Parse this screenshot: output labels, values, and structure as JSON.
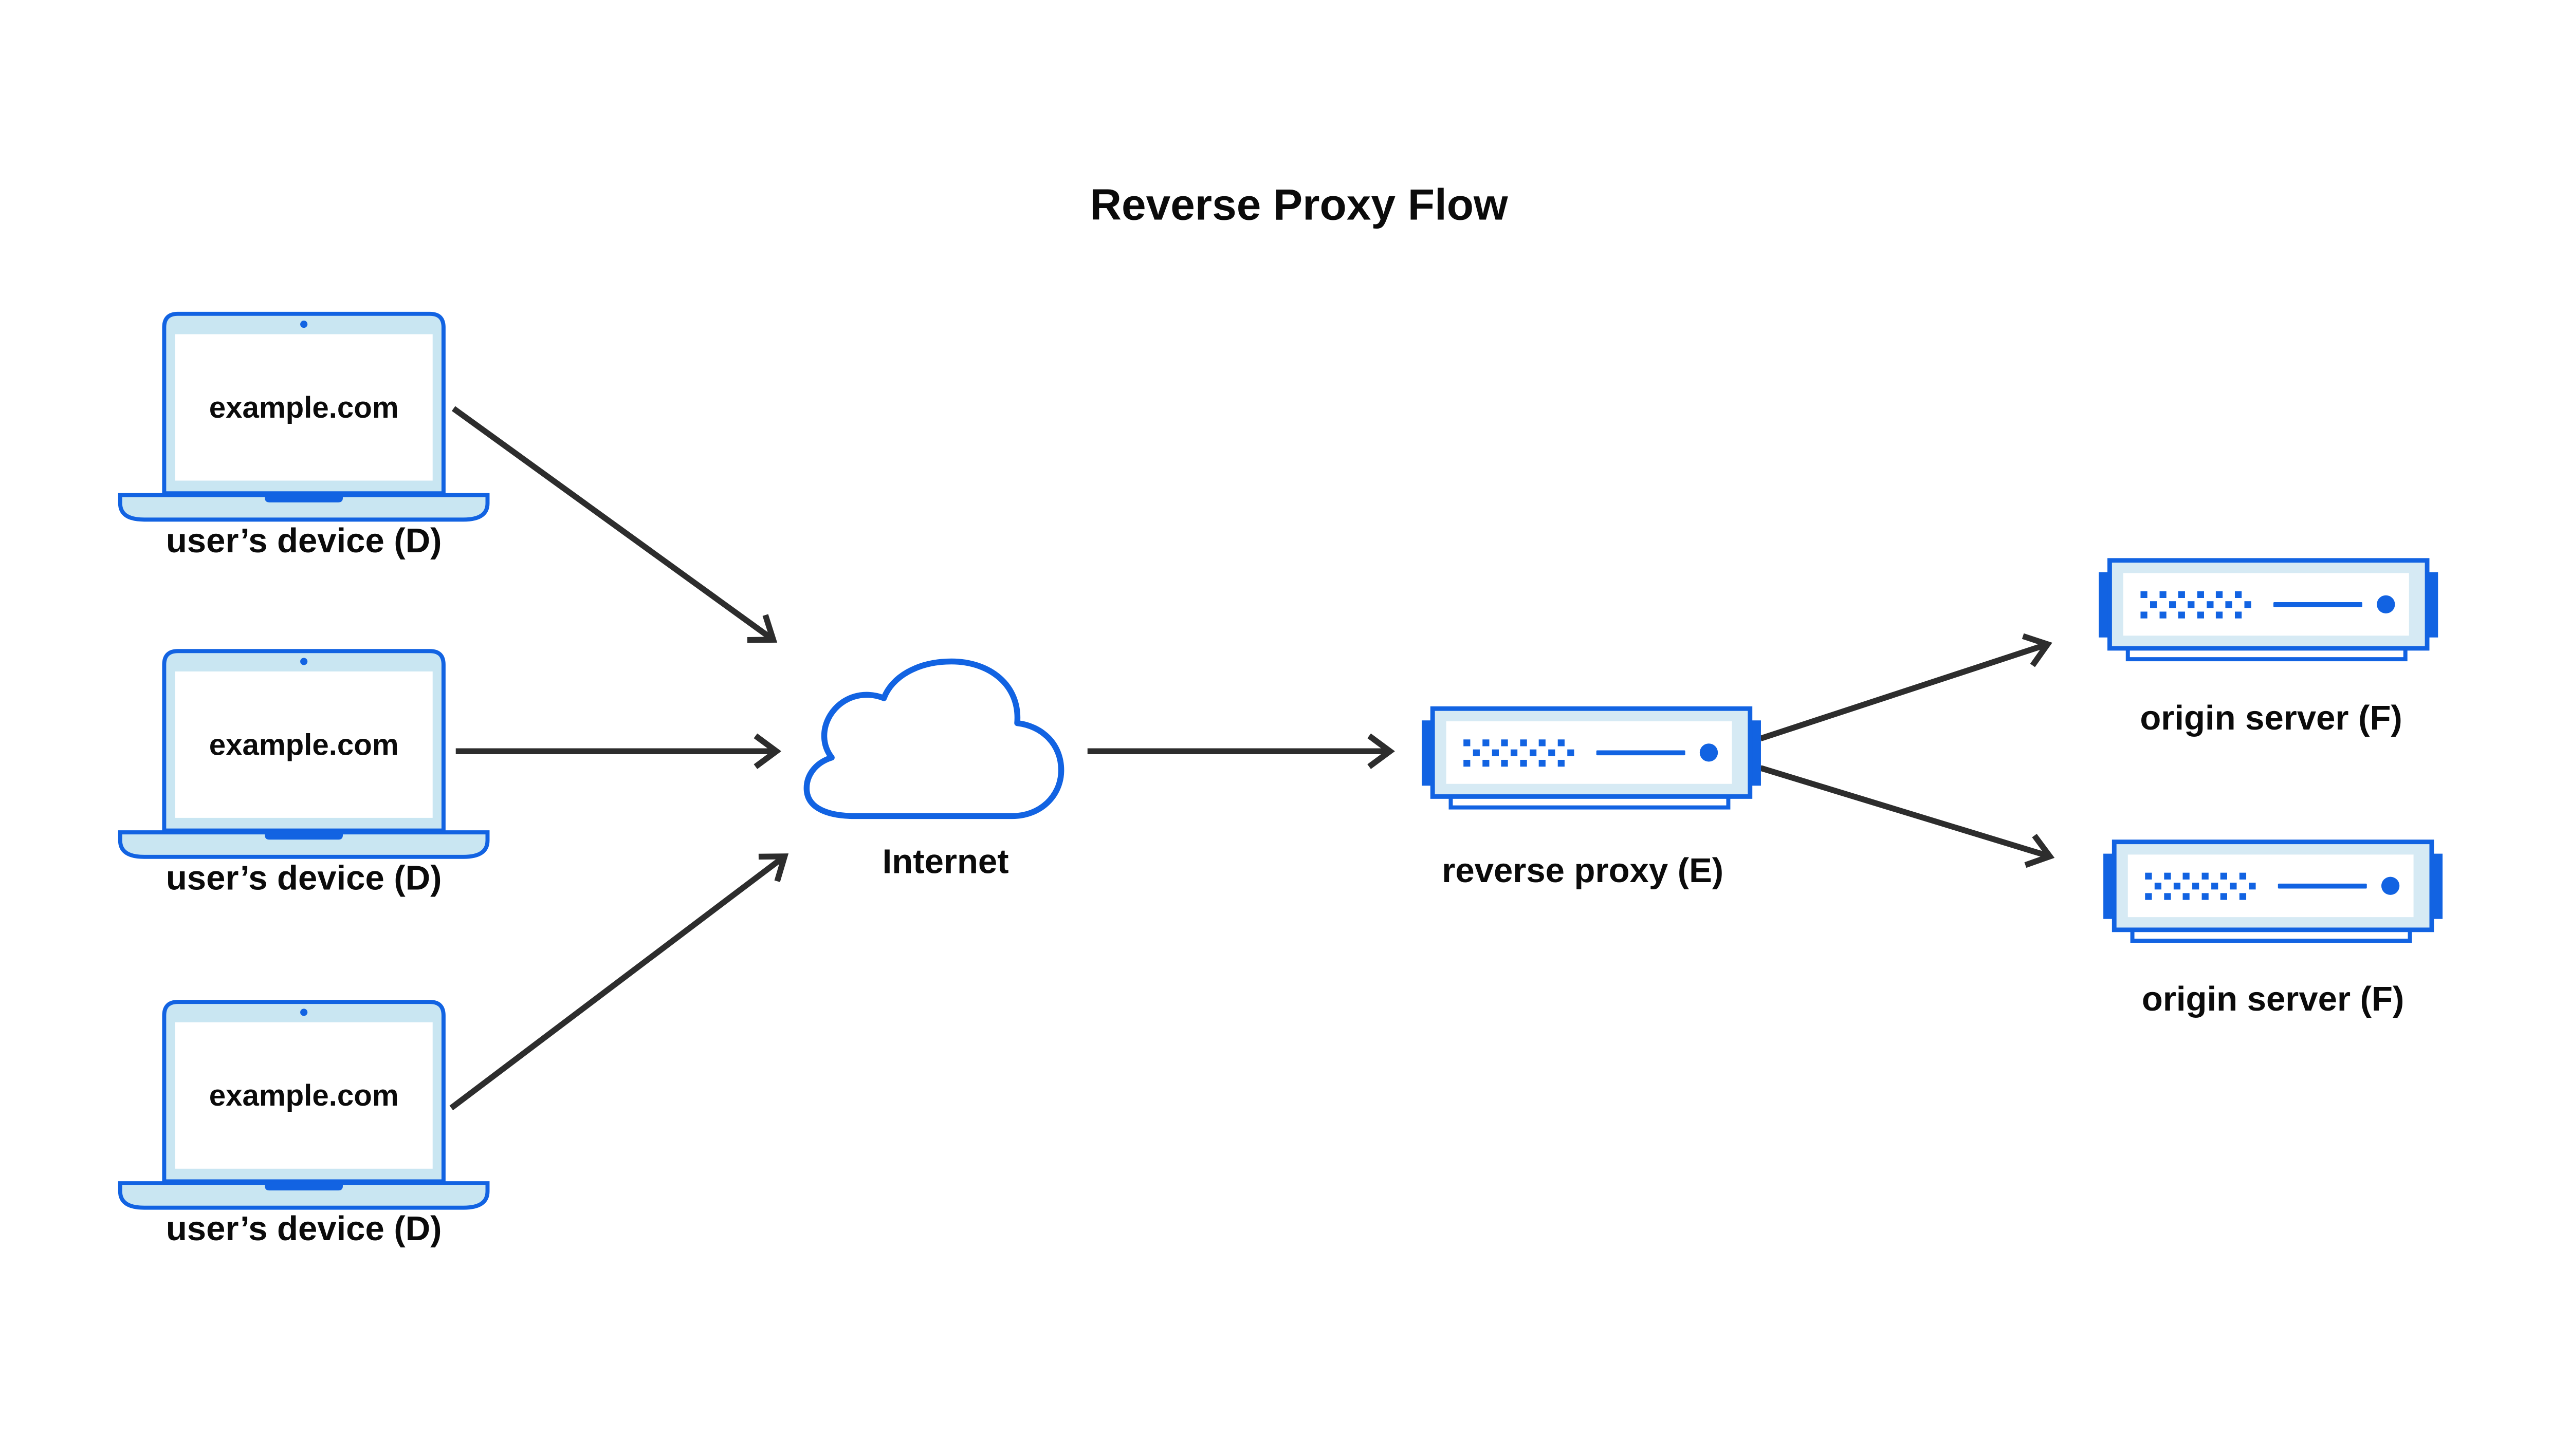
{
  "title": "Reverse Proxy Flow",
  "colors": {
    "accent_blue": "#1263e2",
    "laptop_fill": "#c9e6f2",
    "server_fill": "#d6eaf4",
    "arrow": "#2d2d2d",
    "text": "#0b0b0b",
    "background": "#ffffff"
  },
  "devices": [
    {
      "screen_text": "example.com",
      "label": "user’s device (D)"
    },
    {
      "screen_text": "example.com",
      "label": "user’s device (D)"
    },
    {
      "screen_text": "example.com",
      "label": "user’s device (D)"
    }
  ],
  "internet": {
    "label": "Internet"
  },
  "reverse_proxy": {
    "label": "reverse proxy (E)"
  },
  "origin_servers": [
    {
      "label": "origin server (F)"
    },
    {
      "label": "origin server (F)"
    }
  ],
  "flows": [
    {
      "from": "user’s device (D) #1",
      "to": "Internet"
    },
    {
      "from": "user’s device (D) #2",
      "to": "Internet"
    },
    {
      "from": "user’s device (D) #3",
      "to": "Internet"
    },
    {
      "from": "Internet",
      "to": "reverse proxy (E)"
    },
    {
      "from": "reverse proxy (E)",
      "to": "origin server (F) #1"
    },
    {
      "from": "reverse proxy (E)",
      "to": "origin server (F) #2"
    }
  ]
}
